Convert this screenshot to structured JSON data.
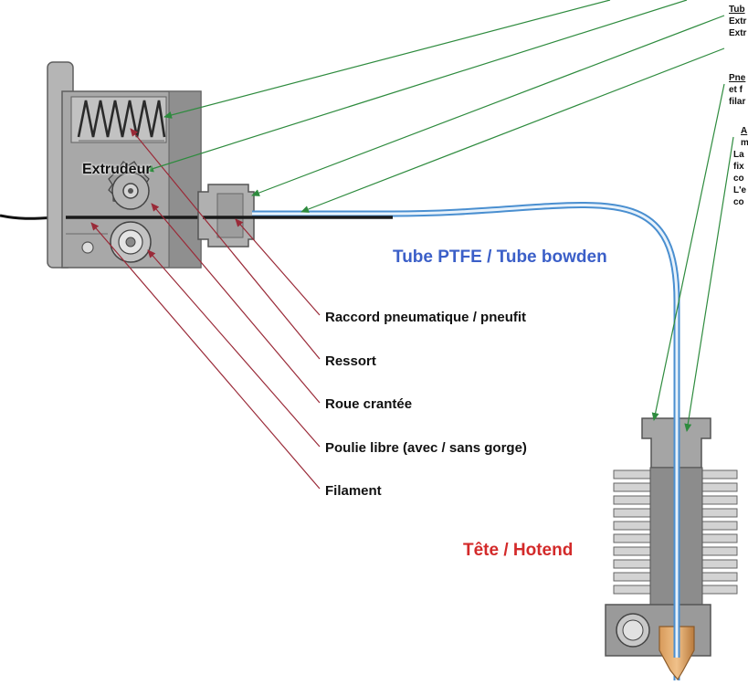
{
  "labels": {
    "extrudeur": "Extrudeur",
    "tube": "Tube PTFE / Tube bowden",
    "tete": "Tête / Hotend"
  },
  "parts": [
    {
      "id": "raccord",
      "label": "Raccord pneumatique / pneufit"
    },
    {
      "id": "ressort",
      "label": "Ressort"
    },
    {
      "id": "roue",
      "label": "Roue crantée"
    },
    {
      "id": "poulie",
      "label": "Poulie libre (avec / sans gorge)"
    },
    {
      "id": "filament",
      "label": "Filament"
    }
  ],
  "side_notes": {
    "block1": [
      "Tub",
      "Extr",
      "Extr"
    ],
    "block2": [
      "Pne",
      "et f",
      "filar"
    ],
    "block3": [
      "A",
      "m",
      "La",
      "fix",
      "co",
      "L'e",
      "co"
    ]
  },
  "colors": {
    "tube_blue": "#4a8fd0",
    "arrow_red": "#9a2a38",
    "arrow_green": "#2e8b3e",
    "metal": "#a9a9a9",
    "metal_dark": "#7d7d7d",
    "brass": "#c9894a",
    "label_blue": "#3b5fc8",
    "label_red": "#d32a2a"
  }
}
